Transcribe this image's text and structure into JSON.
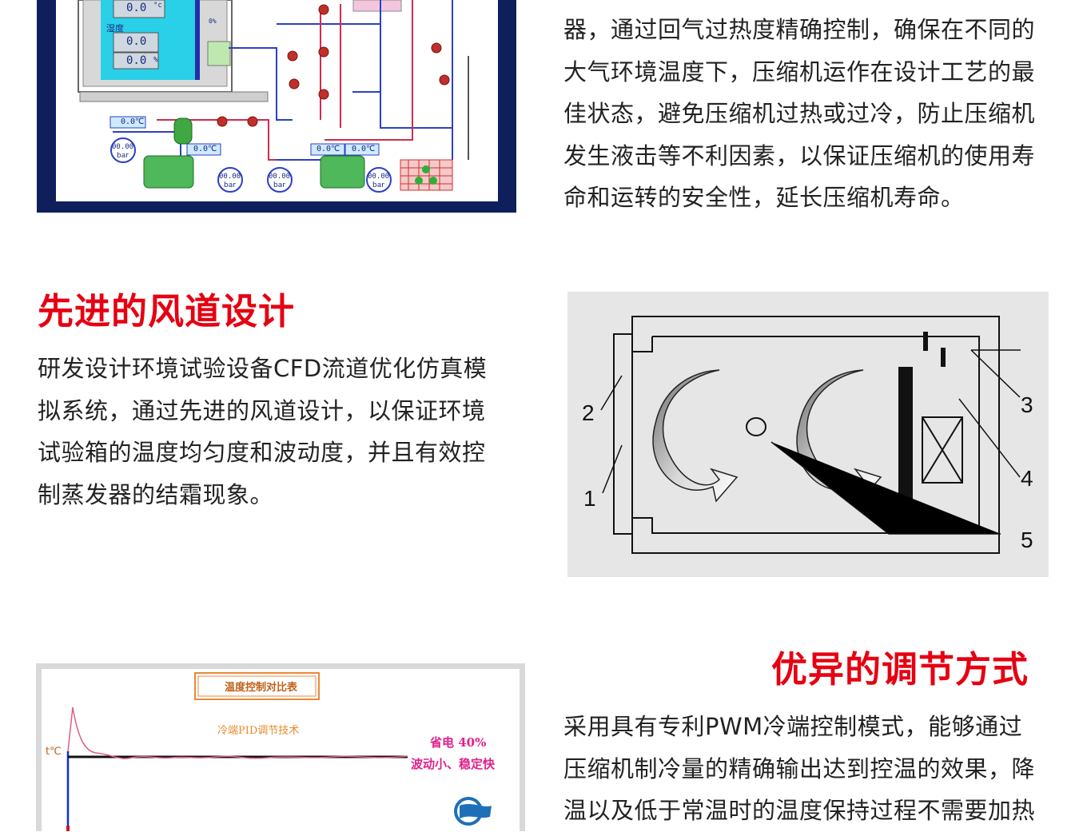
{
  "section1": {
    "text_lines": [
      "器，通过回气过热度精确控制，确保在不同的",
      "大气环境温度下，压缩机运作在设计工艺的最",
      "佳状态，避免压缩机过热或过冷，防止压缩机",
      "发生液击等不利因素，以保证压缩机的使用寿",
      "命和运转的安全性，延长压缩机寿命。"
    ],
    "schematic": {
      "readout_temp": "0.0",
      "unit_c": "°c",
      "label_humidity": "湿度",
      "readout_hum_1": "0.0",
      "readout_hum_2": "0.0",
      "unit_pct": "%",
      "small_pct": "0%",
      "temp_box": "0.0℃",
      "pressure_value": "00.00",
      "pressure_unit": "bar"
    }
  },
  "section2": {
    "heading": "先进的风道设计",
    "text_lines": [
      "研发设计环境试验设备CFD流道优化仿真模",
      "拟系统，通过先进的风道设计，以保证环境",
      "试验箱的温度均匀度和波动度，并且有效控",
      "制蒸发器的结霜现象。"
    ],
    "diagram_labels": {
      "l1": "1",
      "l2": "2",
      "l3": "3",
      "l4": "4",
      "l5": "5"
    }
  },
  "section3": {
    "heading": "优异的调节方式",
    "text_lines": [
      "采用具有专利PWM冷端控制模式，能够通过",
      "压缩机制冷量的精确输出达到控温的效果，降",
      "温以及低于常温时的温度保持过程不需要加热"
    ],
    "chart": {
      "title": "温度控制对比表",
      "subtitle": "冷端PID调节技术",
      "note1": "省电 40%",
      "note2": "波动小、稳定快",
      "y_unit": "t℃"
    }
  },
  "colors": {
    "accent_red": "#e60012",
    "text": "#222222",
    "schematic_navy": "#0f1f5c",
    "schematic_cyan": "#29d0e8",
    "diagram_bg": "#e6e6e6"
  }
}
